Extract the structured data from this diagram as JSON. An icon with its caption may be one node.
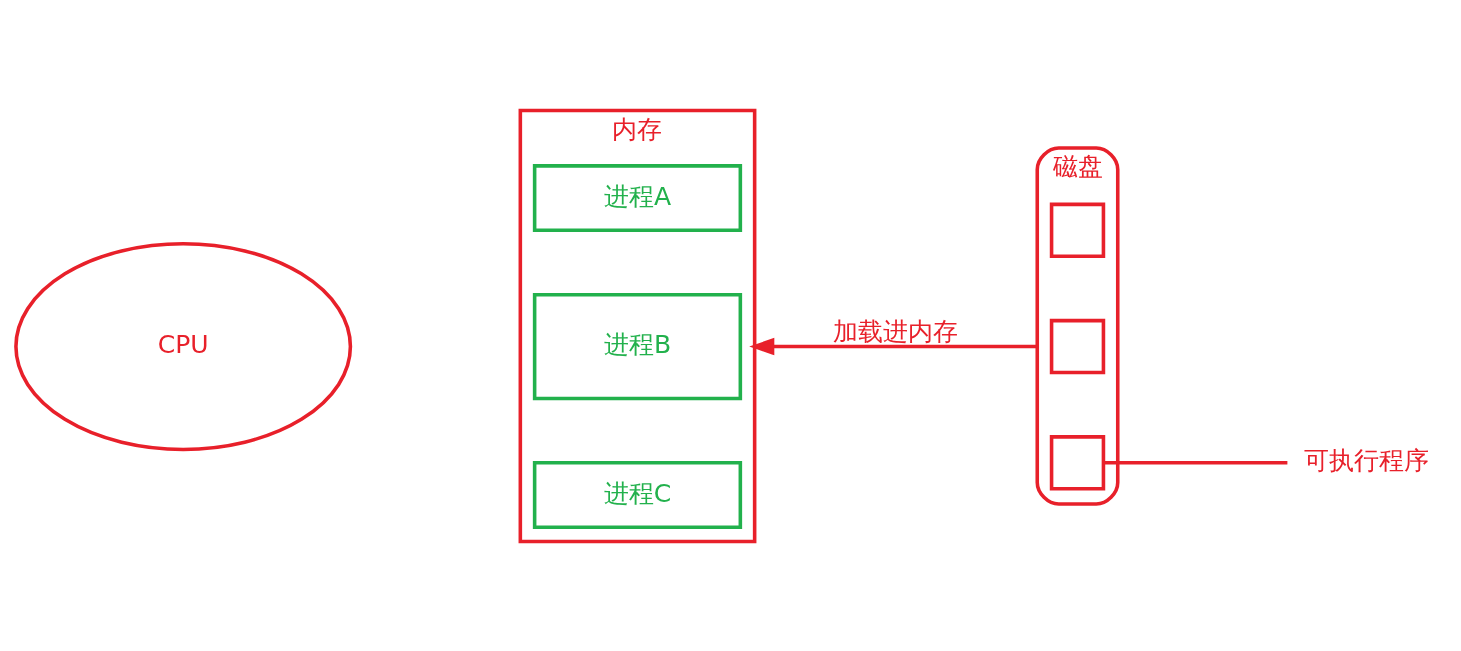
{
  "diagram": {
    "nodes": [
      {
        "text": [
          "CPU"
        ]
      },
      {
        "text": [
          "内存"
        ]
      },
      {
        "text": [
          "进程A"
        ],
        "in": 1
      },
      {
        "text": [
          "进程B"
        ],
        "in": 1
      },
      {
        "text": [
          "进程C"
        ],
        "in": 1
      },
      {
        "text": [
          "磁盘"
        ]
      },
      {
        "text": [],
        "shape": "box",
        "in": 5
      },
      {
        "text": [],
        "shape": "box",
        "in": 5
      },
      {
        "text": [],
        "shape": "box",
        "in": 5
      },
      {
        "text": [
          "可执行程序"
        ]
      }
    ],
    "edges": [
      {
        "from": 5,
        "to": 1,
        "arrow": "to",
        "label": "加载进内存"
      },
      {
        "from": 9,
        "to": 8,
        "arrow": "none"
      }
    ]
  }
}
